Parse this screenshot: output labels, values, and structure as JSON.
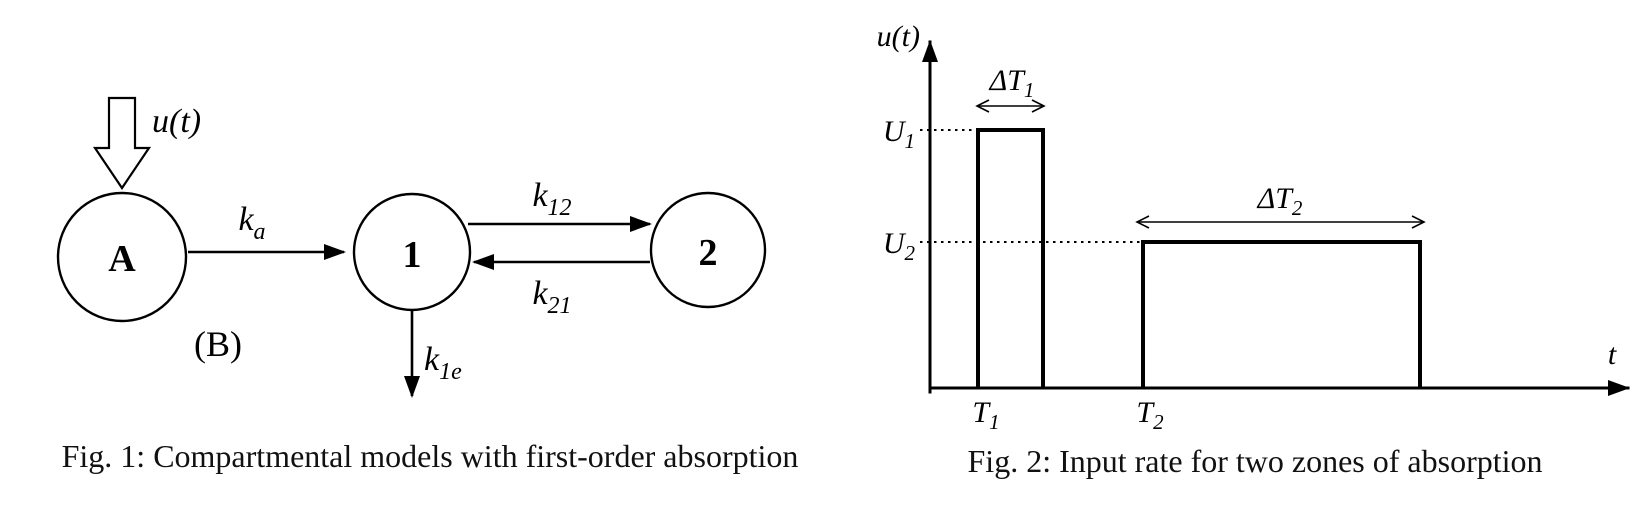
{
  "fig1": {
    "caption": "Fig. 1: Compartmental models with first-order absorption",
    "input_label": "u(t)",
    "variant_label": "(B)",
    "compartments": {
      "a": "A",
      "one": "1",
      "two": "2"
    },
    "rates": {
      "ka": {
        "base": "k",
        "sub": "a"
      },
      "k12": {
        "base": "k",
        "sub": "12"
      },
      "k21": {
        "base": "k",
        "sub": "21"
      },
      "k1e": {
        "base": "k",
        "sub": "1e"
      }
    }
  },
  "fig2": {
    "caption": "Fig. 2: Input rate for two zones of absorption",
    "y_axis_label": "u(t)",
    "x_axis_label": "t",
    "levels": {
      "u1": {
        "base": "U",
        "sub": "1"
      },
      "u2": {
        "base": "U",
        "sub": "2"
      }
    },
    "onset_times": {
      "t1": {
        "base": "T",
        "sub": "1"
      },
      "t2": {
        "base": "T",
        "sub": "2"
      }
    },
    "durations": {
      "dt1": {
        "base": "ΔT",
        "sub": "1"
      },
      "dt2": {
        "base": "ΔT",
        "sub": "2"
      }
    }
  }
}
